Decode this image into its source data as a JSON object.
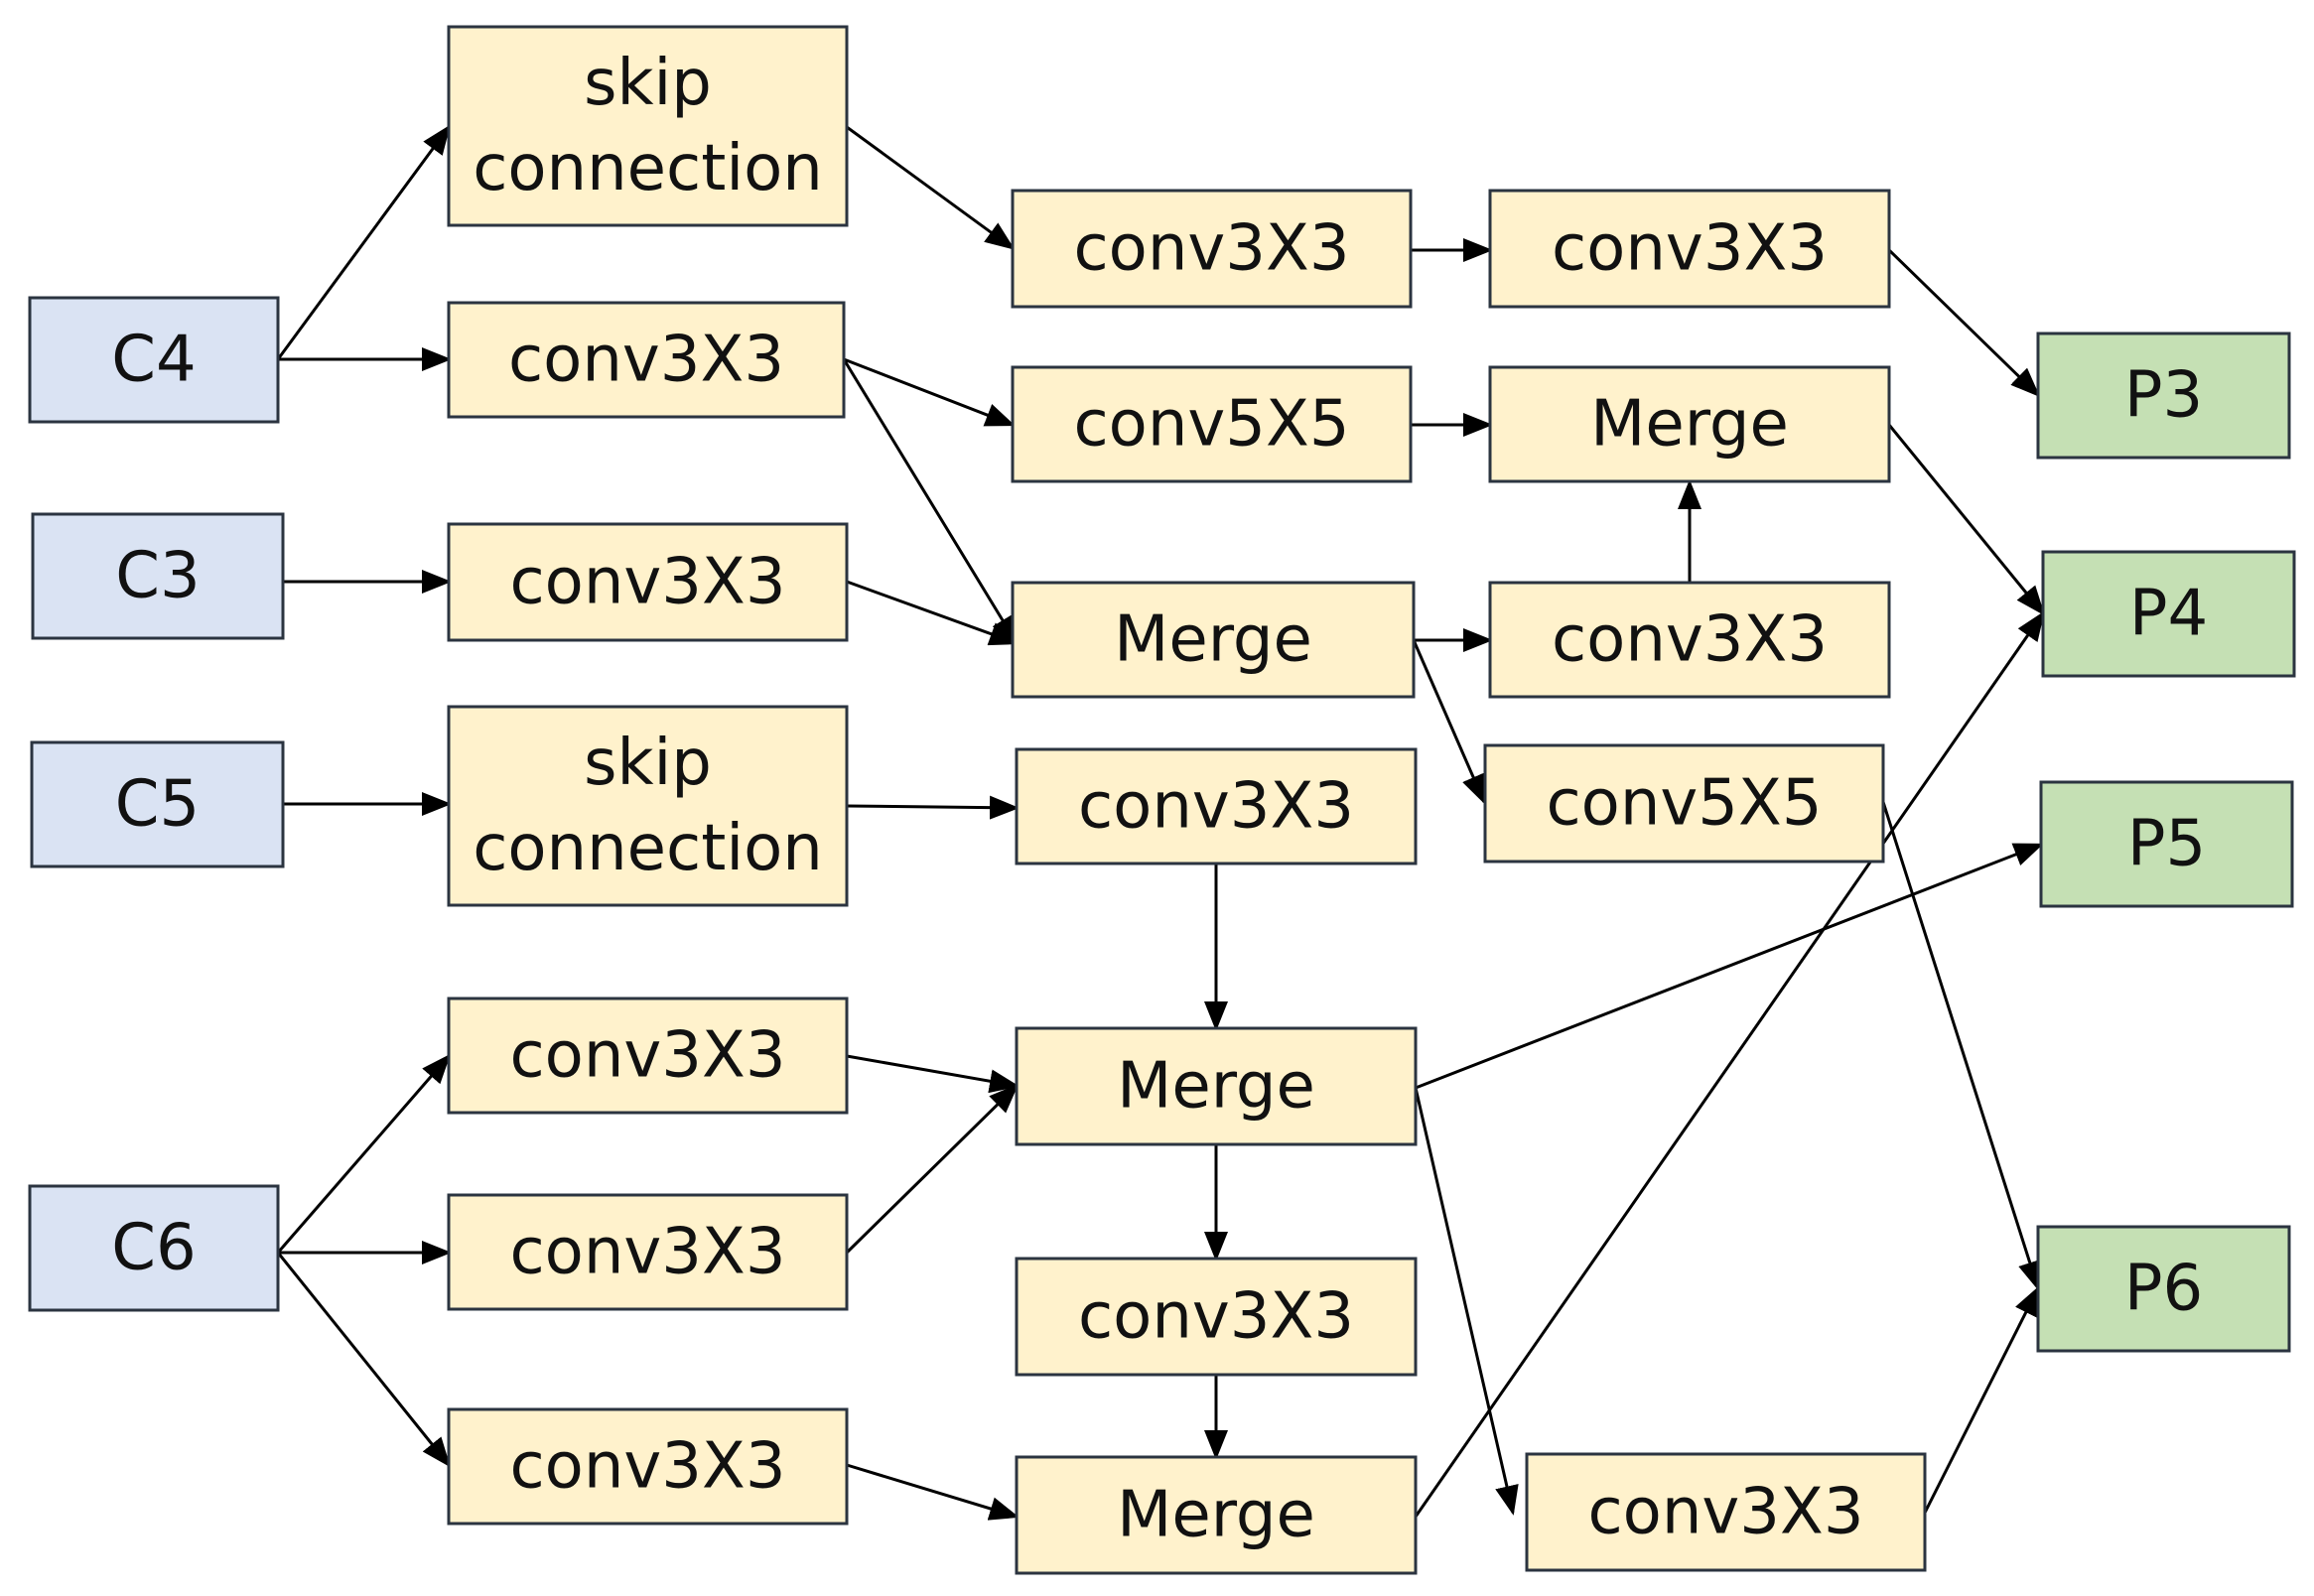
{
  "colors": {
    "input": "#dae3f3",
    "process": "#fff2cc",
    "output": "#c5e0b4",
    "border": "#2b3440",
    "edge": "#000000"
  },
  "nodes": [
    {
      "id": "c4",
      "kind": "input",
      "lines": [
        "C4"
      ]
    },
    {
      "id": "c3",
      "kind": "input",
      "lines": [
        "C3"
      ]
    },
    {
      "id": "c5",
      "kind": "input",
      "lines": [
        "C5"
      ]
    },
    {
      "id": "c6",
      "kind": "input",
      "lines": [
        "C6"
      ]
    },
    {
      "id": "skip1",
      "kind": "process",
      "lines": [
        "skip",
        "connection"
      ]
    },
    {
      "id": "conv_c4",
      "kind": "process",
      "lines": [
        "conv3X3"
      ]
    },
    {
      "id": "conv_c3",
      "kind": "process",
      "lines": [
        "conv3X3"
      ]
    },
    {
      "id": "skip2",
      "kind": "process",
      "lines": [
        "skip",
        "connection"
      ]
    },
    {
      "id": "conv_c6a",
      "kind": "process",
      "lines": [
        "conv3X3"
      ]
    },
    {
      "id": "conv_c6b",
      "kind": "process",
      "lines": [
        "conv3X3"
      ]
    },
    {
      "id": "conv_c6c",
      "kind": "process",
      "lines": [
        "conv3X3"
      ]
    },
    {
      "id": "conv_top1",
      "kind": "process",
      "lines": [
        "conv3X3"
      ]
    },
    {
      "id": "conv5_1",
      "kind": "process",
      "lines": [
        "conv5X5"
      ]
    },
    {
      "id": "merge1",
      "kind": "process",
      "lines": [
        "Merge"
      ]
    },
    {
      "id": "conv_mid",
      "kind": "process",
      "lines": [
        "conv3X3"
      ]
    },
    {
      "id": "merge2",
      "kind": "process",
      "lines": [
        "Merge"
      ]
    },
    {
      "id": "conv_mid2",
      "kind": "process",
      "lines": [
        "conv3X3"
      ]
    },
    {
      "id": "merge3",
      "kind": "process",
      "lines": [
        "Merge"
      ]
    },
    {
      "id": "conv_top2",
      "kind": "process",
      "lines": [
        "conv3X3"
      ]
    },
    {
      "id": "merge_top",
      "kind": "process",
      "lines": [
        "Merge"
      ]
    },
    {
      "id": "conv_r1",
      "kind": "process",
      "lines": [
        "conv3X3"
      ]
    },
    {
      "id": "conv5_2",
      "kind": "process",
      "lines": [
        "conv5X5"
      ]
    },
    {
      "id": "conv_r2",
      "kind": "process",
      "lines": [
        "conv3X3"
      ]
    },
    {
      "id": "p3",
      "kind": "output",
      "lines": [
        "P3"
      ]
    },
    {
      "id": "p4",
      "kind": "output",
      "lines": [
        "P4"
      ]
    },
    {
      "id": "p5",
      "kind": "output",
      "lines": [
        "P5"
      ]
    },
    {
      "id": "p6",
      "kind": "output",
      "lines": [
        "P6"
      ]
    }
  ],
  "edges": [
    {
      "from": "c4",
      "to": "skip1"
    },
    {
      "from": "c4",
      "to": "conv_c4"
    },
    {
      "from": "c3",
      "to": "conv_c3"
    },
    {
      "from": "c5",
      "to": "skip2"
    },
    {
      "from": "c6",
      "to": "conv_c6a"
    },
    {
      "from": "c6",
      "to": "conv_c6b"
    },
    {
      "from": "c6",
      "to": "conv_c6c"
    },
    {
      "from": "skip1",
      "to": "conv_top1"
    },
    {
      "from": "conv_c4",
      "to": "conv5_1"
    },
    {
      "from": "conv_c4",
      "to": "merge1"
    },
    {
      "from": "conv_c3",
      "to": "merge1"
    },
    {
      "from": "skip2",
      "to": "conv_mid"
    },
    {
      "from": "conv_c6a",
      "to": "merge2"
    },
    {
      "from": "conv_c6b",
      "to": "merge2"
    },
    {
      "from": "conv_c6c",
      "to": "merge3"
    },
    {
      "from": "conv_mid",
      "to": "merge2"
    },
    {
      "from": "merge2",
      "to": "conv_mid2"
    },
    {
      "from": "conv_mid2",
      "to": "merge3"
    },
    {
      "from": "conv_top1",
      "to": "conv_top2"
    },
    {
      "from": "conv5_1",
      "to": "merge_top"
    },
    {
      "from": "merge1",
      "to": "conv_r1"
    },
    {
      "from": "merge1",
      "to": "conv5_2"
    },
    {
      "from": "conv_r1",
      "to": "merge_top"
    },
    {
      "from": "merge2",
      "to": "p5"
    },
    {
      "from": "merge2",
      "to": "conv_r2"
    },
    {
      "from": "merge3",
      "to": "p4"
    },
    {
      "from": "conv_top2",
      "to": "p3"
    },
    {
      "from": "merge_top",
      "to": "p4"
    },
    {
      "from": "conv5_2",
      "to": "p6"
    },
    {
      "from": "conv_r2",
      "to": "p6"
    }
  ]
}
